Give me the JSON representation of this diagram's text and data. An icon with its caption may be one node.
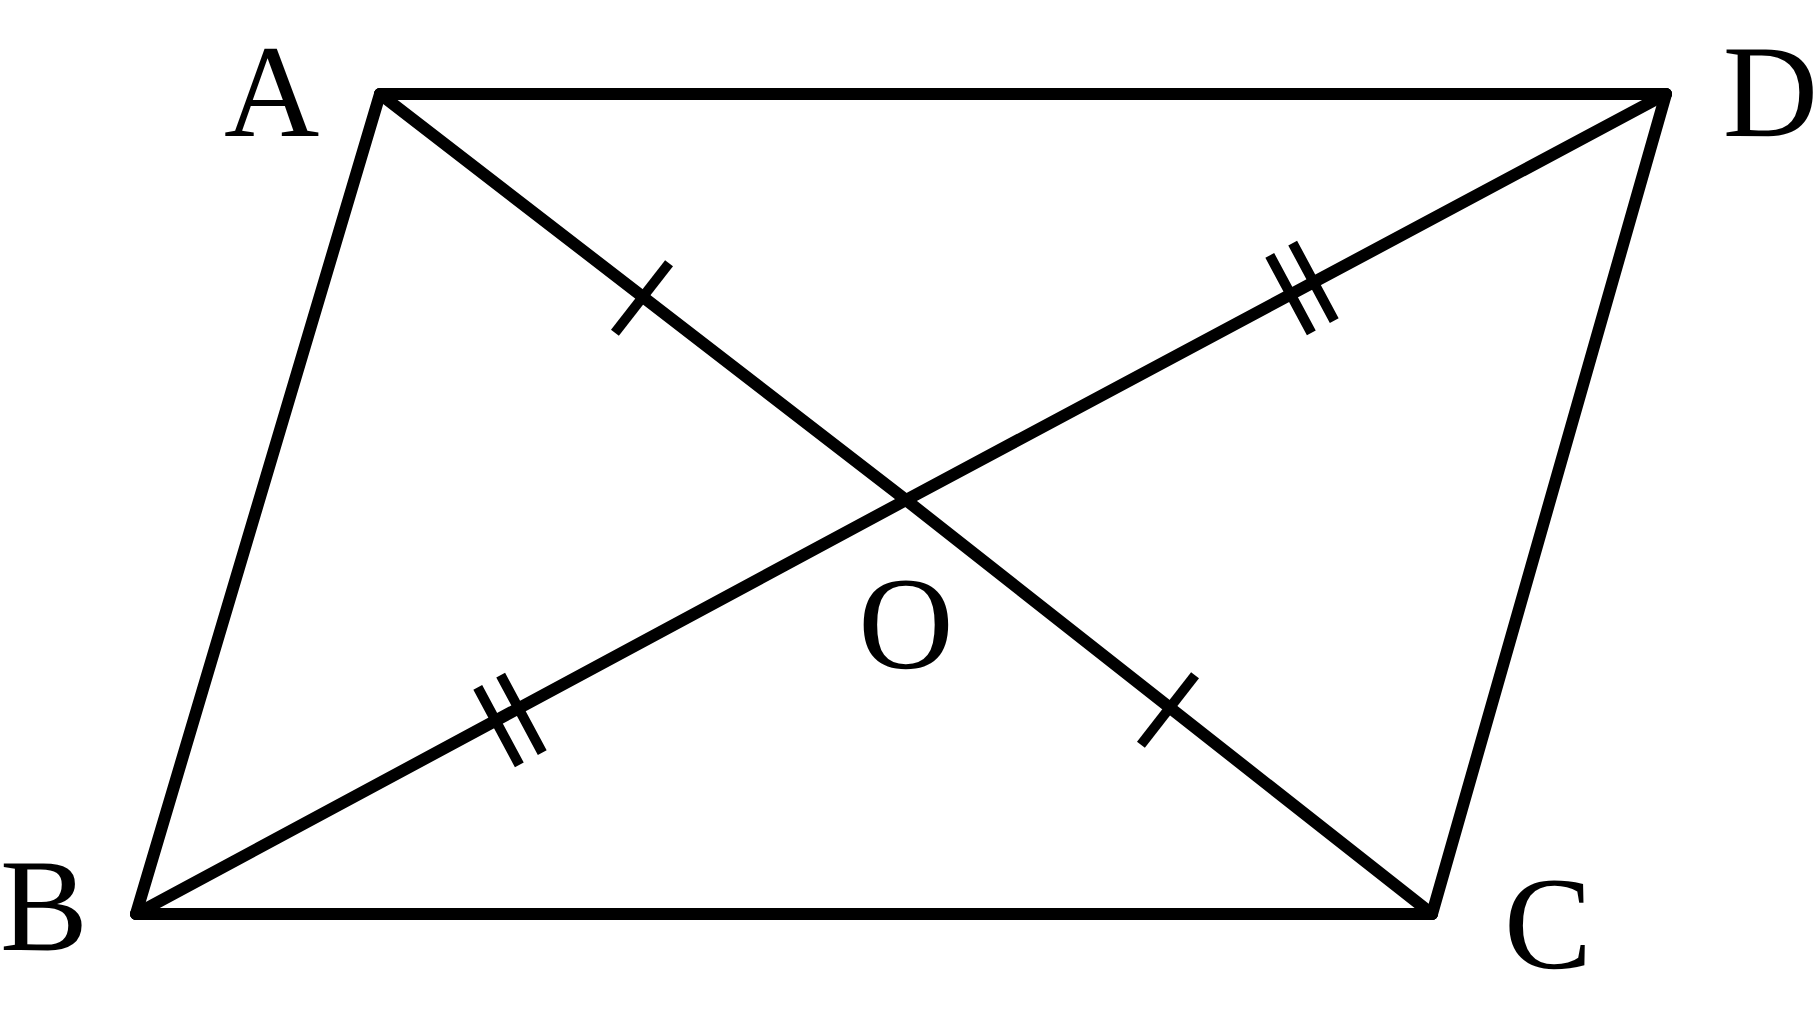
{
  "diagram": {
    "nodes": [
      {
        "text": [
          "A"
        ]
      },
      {
        "text": [
          "D"
        ]
      },
      {
        "text": [
          "O"
        ]
      },
      {
        "text": [
          "B"
        ]
      },
      {
        "text": [
          "C"
        ]
      }
    ],
    "edges": [
      {
        "from": 0,
        "to": 1,
        "arrow": "none"
      },
      {
        "from": 0,
        "to": 3,
        "arrow": "none"
      },
      {
        "from": 1,
        "to": 4,
        "arrow": "none"
      },
      {
        "from": 3,
        "to": 4,
        "arrow": "none"
      },
      {
        "from": 0,
        "to": 2,
        "arrow": "none"
      },
      {
        "from": 2,
        "to": 4,
        "arrow": "none"
      },
      {
        "from": 3,
        "to": 2,
        "arrow": "none"
      },
      {
        "from": 2,
        "to": 1,
        "arrow": "none"
      }
    ]
  }
}
